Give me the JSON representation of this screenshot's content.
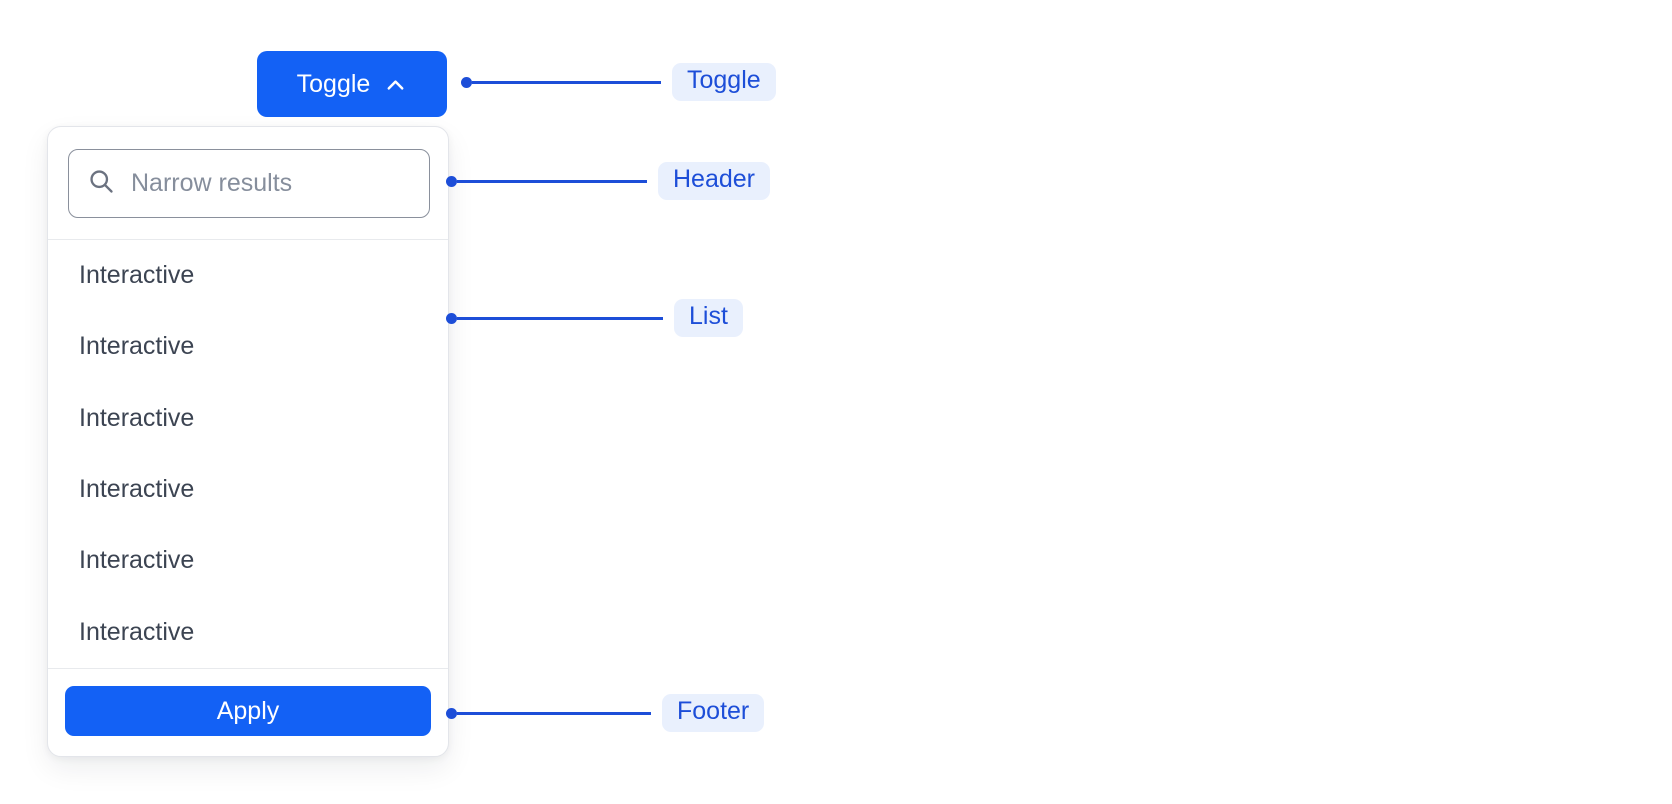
{
  "toggle": {
    "label": "Toggle",
    "icon": "chevron-up"
  },
  "dropdown": {
    "search": {
      "placeholder": "Narrow results",
      "icon": "search"
    },
    "items": [
      "Interactive",
      "Interactive",
      "Interactive",
      "Interactive",
      "Interactive",
      "Interactive"
    ],
    "footer": {
      "apply_label": "Apply"
    }
  },
  "annotations": [
    {
      "label": "Toggle"
    },
    {
      "label": "Header"
    },
    {
      "label": "List"
    },
    {
      "label": "Footer"
    }
  ],
  "colors": {
    "button_blue": "#1361f5",
    "annotation_blue": "#1d4ed8",
    "annotation_pill_bg": "#e9f0fd",
    "panel_border": "#e3e5ea",
    "divider": "#e8eaed",
    "input_border": "#8a909c",
    "placeholder_text": "#868e9c",
    "item_text": "#3c4452",
    "background": "#ffffff"
  }
}
